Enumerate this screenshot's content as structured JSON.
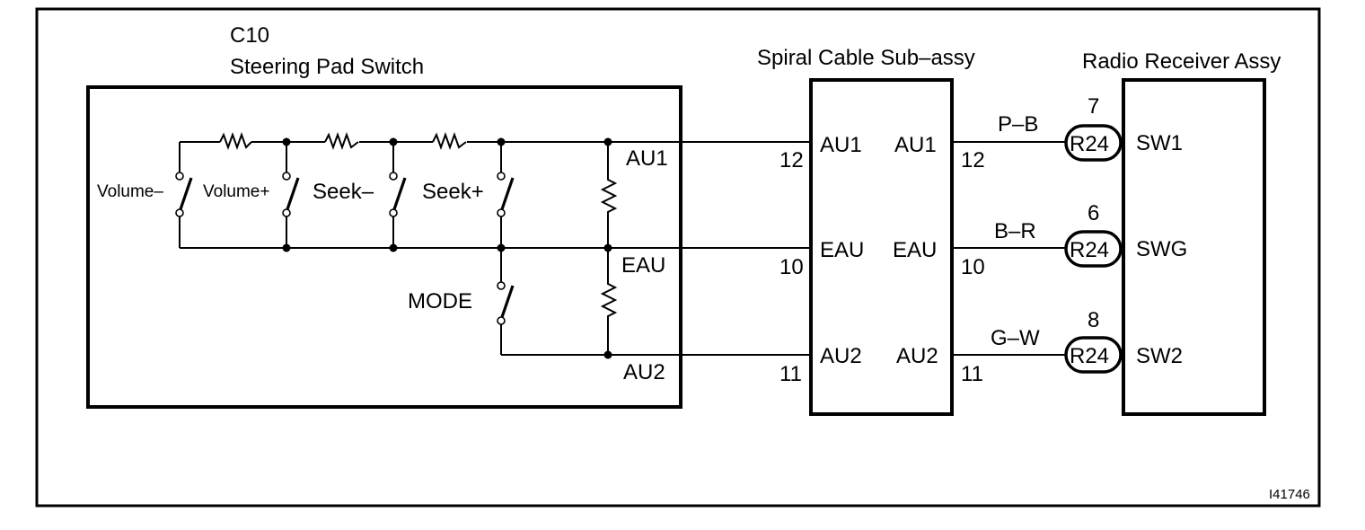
{
  "diagram": {
    "figure_id": "I41746",
    "components": {
      "switch": {
        "code": "C10",
        "name": "Steering Pad Switch",
        "switches": [
          "Volume–",
          "Volume+",
          "Seek–",
          "Seek+",
          "MODE"
        ],
        "terminals": [
          "AU1",
          "EAU",
          "AU2"
        ]
      },
      "spiral": {
        "name": "Spiral Cable Sub–assy",
        "left_pins": [
          {
            "name": "AU1",
            "pin": "12"
          },
          {
            "name": "EAU",
            "pin": "10"
          },
          {
            "name": "AU2",
            "pin": "11"
          }
        ],
        "right_pins": [
          {
            "name": "AU1",
            "pin": "12"
          },
          {
            "name": "EAU",
            "pin": "10"
          },
          {
            "name": "AU2",
            "pin": "11"
          }
        ]
      },
      "radio": {
        "name": "Radio Receiver Assy",
        "terminals": [
          {
            "name": "SW1",
            "connector": "R24",
            "pin": "7",
            "wire": "P–B"
          },
          {
            "name": "SWG",
            "connector": "R24",
            "pin": "6",
            "wire": "B–R"
          },
          {
            "name": "SW2",
            "connector": "R24",
            "pin": "8",
            "wire": "G–W"
          }
        ]
      }
    }
  }
}
